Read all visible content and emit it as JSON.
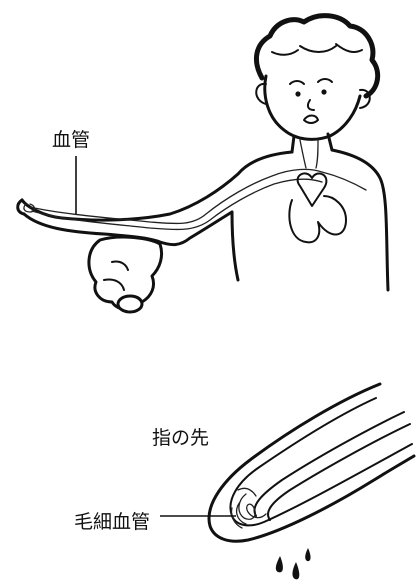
{
  "labels": {
    "blood_vessel": "血管",
    "fingertip": "指の先",
    "capillary": "毛細血管"
  }
}
